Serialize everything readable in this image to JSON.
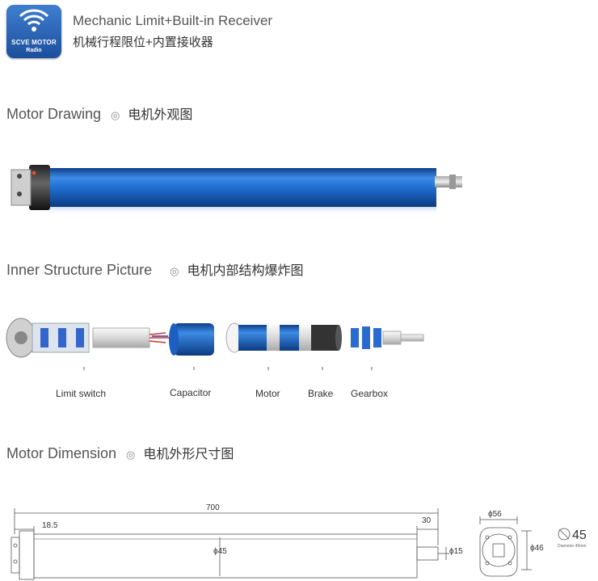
{
  "logo": {
    "line1": "SCVE MOTOR",
    "line2": "Radio"
  },
  "header": {
    "title_en": "Mechanic Limit+Built-in Receiver",
    "title_cn": "机械行程限位+内置接收器"
  },
  "sections": {
    "drawing": {
      "en": "Motor Drawing",
      "marker": "◎",
      "cn": "电机外观图"
    },
    "structure": {
      "en": "Inner Structure Picture",
      "marker": "◎",
      "cn": "电机内部结构爆炸图"
    },
    "dimension": {
      "en": "Motor Dimension",
      "marker": "◎",
      "cn": "电机外形尺寸图"
    }
  },
  "parts": [
    "Limit switch",
    "Capacitor",
    "Motor",
    "Brake",
    "Gearbox"
  ],
  "dimensions": {
    "length": "700",
    "offset": "18.5",
    "shaft_len": "30",
    "diameter": "ϕ45",
    "shaft_dia": "ϕ15",
    "head_w": "ϕ56",
    "head_h": "ϕ46",
    "tube_symbol": "45",
    "tube_note": "Diameter 45mm"
  },
  "colors": {
    "tube_blue": "#1f6fd2",
    "logo_blue": "#2a62b8",
    "line": "#555555"
  }
}
